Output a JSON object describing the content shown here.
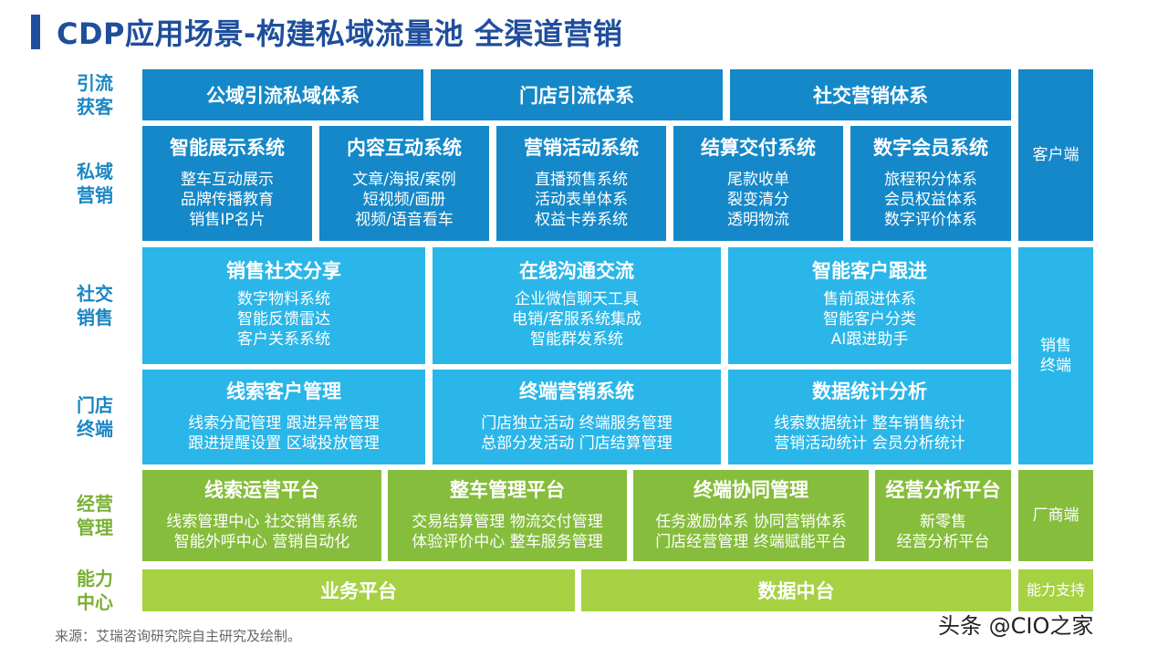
{
  "title": "CDP应用场景-构建私域流量池 全渠道营销",
  "row_labels": [
    "引流\n获客",
    "私域\n营销",
    "社交\n销售",
    "门店\n终端",
    "经营\n管理",
    "能力\n中心"
  ],
  "rows": {
    "traffic": [
      "公域引流私域体系",
      "门店引流体系",
      "社交营销体系"
    ],
    "private": [
      {
        "title": "智能展示系统",
        "lines": "整车互动展示\n品牌传播教育\n销售IP名片"
      },
      {
        "title": "内容互动系统",
        "lines": "文章/海报/案例\n短视频/画册\n视频/语音看车"
      },
      {
        "title": "营销活动系统",
        "lines": "直播预售系统\n活动表单体系\n权益卡券系统"
      },
      {
        "title": "结算交付系统",
        "lines": "尾款收单\n裂变清分\n透明物流"
      },
      {
        "title": "数字会员系统",
        "lines": "旅程积分体系\n会员权益体系\n数字评价体系"
      }
    ],
    "social": [
      {
        "title": "销售社交分享",
        "lines": "数字物料系统\n智能反馈雷达\n客户关系系统"
      },
      {
        "title": "在线沟通交流",
        "lines": "企业微信聊天工具\n电销/客服系统集成\n智能群发系统"
      },
      {
        "title": "智能客户跟进",
        "lines": "售前跟进体系\n智能客户分类\nAI跟进助手"
      }
    ],
    "store": [
      {
        "title": "线索客户管理",
        "lines": "线索分配管理 跟进异常管理\n跟进提醒设置 区域投放管理"
      },
      {
        "title": "终端营销系统",
        "lines": "门店独立活动 终端服务管理\n总部分发活动 门店结算管理"
      },
      {
        "title": "数据统计分析",
        "lines": "线索数据统计 整车销售统计\n营销活动统计 会员分析统计"
      }
    ],
    "ops": [
      {
        "title": "线索运营平台",
        "lines": "线索管理中心 社交销售系统\n智能外呼中心  营销自动化"
      },
      {
        "title": "整车管理平台",
        "lines": "交易结算管理 物流交付管理\n体验评价中心 整车服务管理"
      },
      {
        "title": "终端协同管理",
        "lines": "任务激励体系 协同营销体系\n门店经营管理 终端赋能平台"
      },
      {
        "title": "经营分析平台",
        "lines": "新零售\n经营分析平台"
      }
    ],
    "capability": [
      "业务平台",
      "数据中台"
    ]
  },
  "side_labels": {
    "client": "客户端",
    "sales": "销售\n终端",
    "vendor": "厂商端",
    "capability": "能力支持"
  },
  "source_note": "来源：艾瑞咨询研究院自主研究及绘制。",
  "watermark": "头条 @CIO之家",
  "colors": {
    "title_blue": "#1f4e9c",
    "dark_blue": "#1488c8",
    "light_blue": "#2ab6e8",
    "green": "#86bd3c",
    "lime": "#a6d143",
    "blue_label": "#1a86c4",
    "green_label": "#7ab034"
  }
}
